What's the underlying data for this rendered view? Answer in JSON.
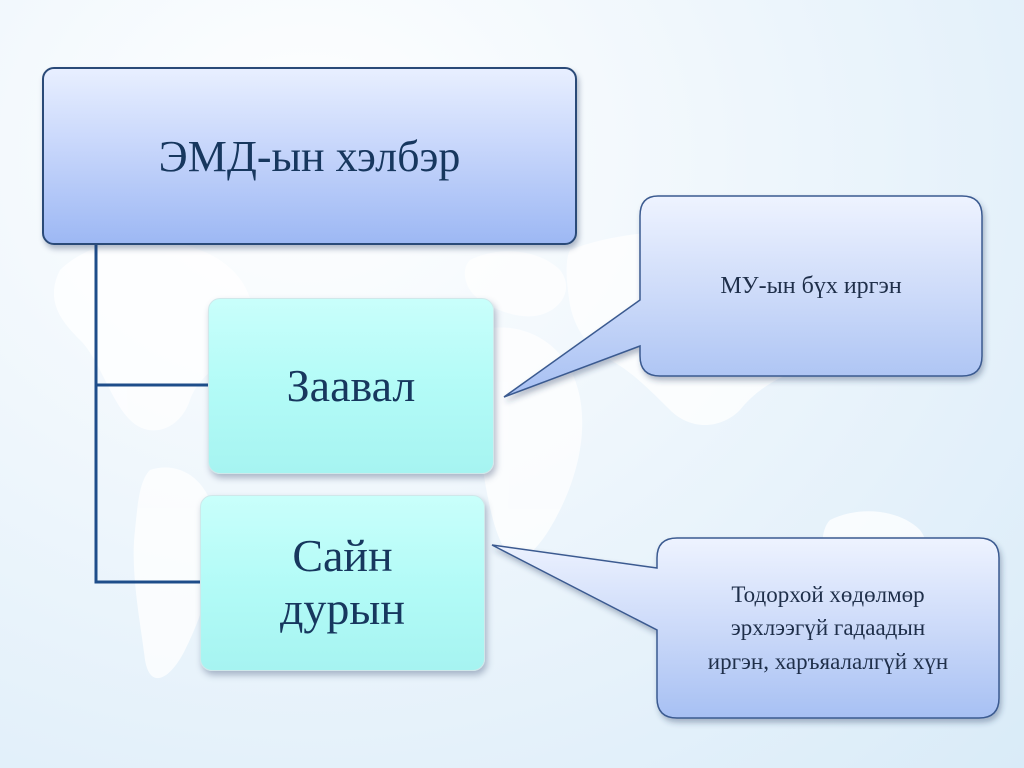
{
  "diagram": {
    "root": {
      "label": "ЭМД-ын хэлбэр"
    },
    "children": [
      {
        "label_line1": "Заавал",
        "label_line2": ""
      },
      {
        "label_line1": "Сайн",
        "label_line2": "дурын"
      }
    ],
    "callouts": [
      {
        "line1": "МУ-ын бүх иргэн",
        "line2": "",
        "line3": ""
      },
      {
        "line1": "Тодорхой хөдөлмөр",
        "line2": "эрхлээгүй гадаадын",
        "line3": "иргэн, харъяалалгүй хүн"
      }
    ]
  },
  "colors": {
    "connector": "#1e4d8a",
    "root_border": "#2a4a78",
    "callout_border": "#3a5a90"
  }
}
